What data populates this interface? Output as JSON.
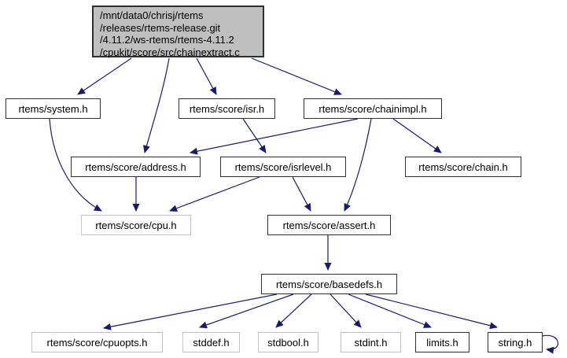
{
  "diagram": {
    "kind": "include-dependency-graph",
    "colors": {
      "edge": "#191970",
      "root_fill": "#bfbfbf",
      "node_fill": "#ffffff",
      "node_border": "#2f2f2f",
      "node_border_muted": "#c0c0c0"
    },
    "nodes": {
      "root": {
        "label": "/mnt/data0/chrisj/rtems/releases/rtems-release.git/4.11.2/ws-rtems/rtems-4.11.2/cpukit/score/src/chainextract.c",
        "lines": [
          "/mnt/data0/chrisj/rtems",
          "/releases/rtems-release.git",
          "/4.11.2/ws-rtems/rtems-4.11.2",
          "/cpukit/score/src/chainextract.c"
        ]
      },
      "system": {
        "label": "rtems/system.h"
      },
      "isr": {
        "label": "rtems/score/isr.h"
      },
      "chainimpl": {
        "label": "rtems/score/chainimpl.h"
      },
      "address": {
        "label": "rtems/score/address.h"
      },
      "isrlevel": {
        "label": "rtems/score/isrlevel.h"
      },
      "chain": {
        "label": "rtems/score/chain.h"
      },
      "cpu": {
        "label": "rtems/score/cpu.h"
      },
      "assert": {
        "label": "rtems/score/assert.h"
      },
      "basedefs": {
        "label": "rtems/score/basedefs.h"
      },
      "cpuopts": {
        "label": "rtems/score/cpuopts.h"
      },
      "stddef": {
        "label": "stddef.h"
      },
      "stdbool": {
        "label": "stdbool.h"
      },
      "stdint": {
        "label": "stdint.h"
      },
      "limits": {
        "label": "limits.h"
      },
      "string": {
        "label": "string.h"
      }
    },
    "edges": [
      {
        "from": "root",
        "to": "system"
      },
      {
        "from": "root",
        "to": "address"
      },
      {
        "from": "root",
        "to": "isr"
      },
      {
        "from": "root",
        "to": "chainimpl"
      },
      {
        "from": "system",
        "to": "cpu"
      },
      {
        "from": "isr",
        "to": "isrlevel"
      },
      {
        "from": "chainimpl",
        "to": "address"
      },
      {
        "from": "chainimpl",
        "to": "assert"
      },
      {
        "from": "chainimpl",
        "to": "chain"
      },
      {
        "from": "address",
        "to": "cpu"
      },
      {
        "from": "isrlevel",
        "to": "cpu"
      },
      {
        "from": "isrlevel",
        "to": "assert"
      },
      {
        "from": "assert",
        "to": "basedefs"
      },
      {
        "from": "basedefs",
        "to": "cpuopts"
      },
      {
        "from": "basedefs",
        "to": "stddef"
      },
      {
        "from": "basedefs",
        "to": "stdbool"
      },
      {
        "from": "basedefs",
        "to": "stdint"
      },
      {
        "from": "basedefs",
        "to": "limits"
      },
      {
        "from": "basedefs",
        "to": "string"
      },
      {
        "from": "string",
        "to": "string"
      }
    ]
  }
}
